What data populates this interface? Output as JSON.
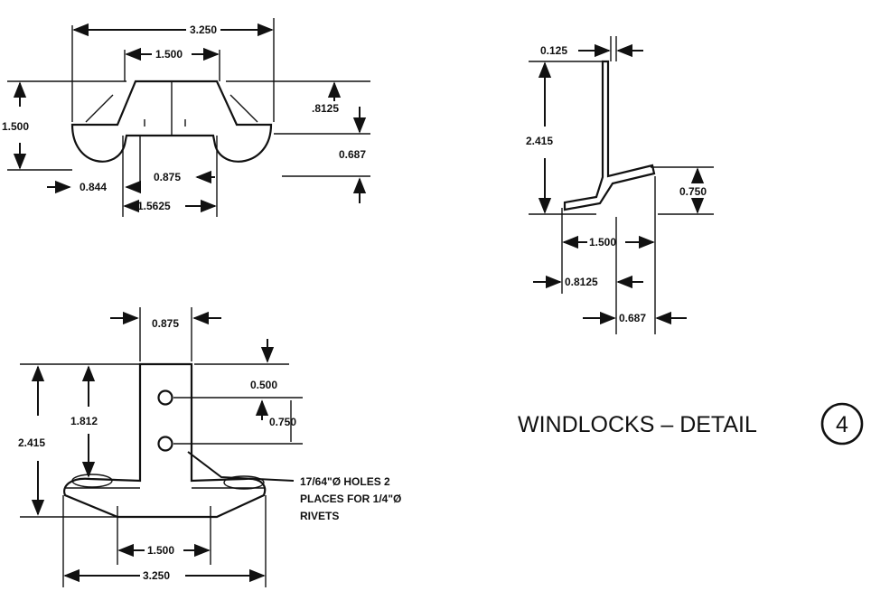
{
  "title": "WINDLOCKS – DETAIL",
  "detail_number": "4",
  "top_view": {
    "overall_width": "3.250",
    "top_width": "1.500",
    "height": "1.500",
    "shoulder_offset": ".8125",
    "base_height": "0.687",
    "left_offset": "0.844",
    "gap_width": "0.875",
    "bottom_width": "1.5625"
  },
  "side_view": {
    "thickness": "0.125",
    "height": "2.415",
    "flange_rise": "0.750",
    "flange_length": "1.500",
    "offset_a": "0.8125",
    "offset_b": "0.687"
  },
  "front_view": {
    "tab_width": "0.875",
    "hole_top_offset": "0.500",
    "hole_spacing": "0.750",
    "total_height": "2.415",
    "tab_height": "1.812",
    "mid_width": "1.500",
    "overall_width": "3.250",
    "note_lines": [
      "17/64\"Ø HOLES 2",
      "PLACES FOR 1/4\"Ø",
      "RIVETS"
    ]
  }
}
